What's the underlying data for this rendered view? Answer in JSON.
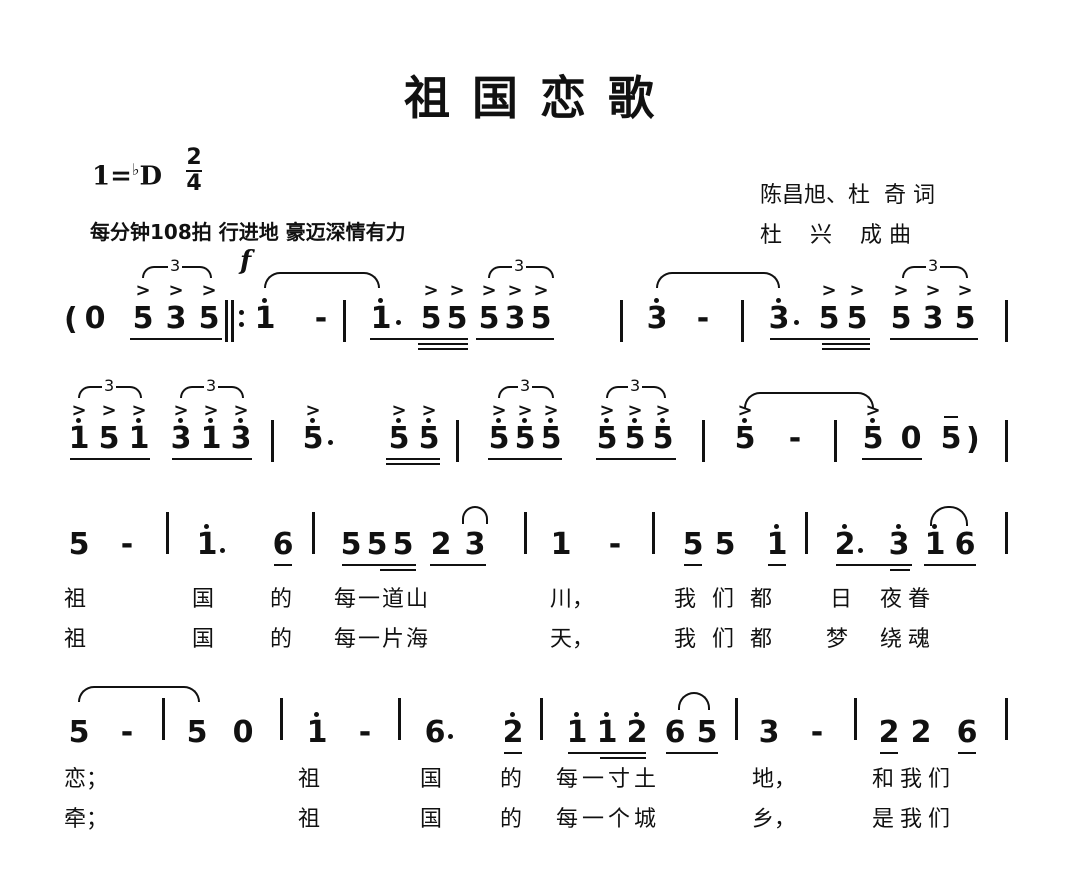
{
  "header": {
    "title": "祖国恋歌",
    "key_prefix": "1=",
    "key_flat": "♭",
    "key_note": "D",
    "meter_top": "2",
    "meter_bottom": "4",
    "tempo": "每分钟108拍  行进地  豪迈深情有力",
    "lyricist": "陈昌旭、杜  奇 词",
    "composer": "杜    兴    成 曲",
    "dynamic": "f"
  },
  "rows": {
    "row1": {
      "paren_open": "(",
      "notes": [
        "0",
        "5",
        "3",
        "5",
        "i",
        "-",
        "i",
        "5",
        "5",
        "5",
        "3",
        "5",
        "3",
        "-",
        "3",
        "5",
        "5",
        "5",
        "3",
        "5"
      ],
      "triplet": "3"
    },
    "row2": {
      "notes": [
        "i",
        "5",
        "i",
        "3",
        "i",
        "3",
        "5",
        "5",
        "5",
        "5",
        "5",
        "5",
        "5",
        "5",
        "5",
        "5",
        "-",
        "5",
        "0",
        "5"
      ],
      "paren_close": ")",
      "triplet": "3"
    },
    "row3": {
      "notes": [
        "5",
        "-",
        "i",
        "6",
        "5",
        "5",
        "5",
        "2",
        "3",
        "1",
        "-",
        "5",
        "5",
        "i",
        "2",
        "3",
        "i",
        "6"
      ],
      "lyrics_v1": [
        "祖",
        "国",
        "的",
        "每一道山",
        "川，",
        "我们都",
        "日",
        "夜眷"
      ],
      "lyrics_v2": [
        "祖",
        "国",
        "的",
        "每一片海",
        "天，",
        "我们都",
        "梦",
        "绕魂"
      ]
    },
    "row4": {
      "notes": [
        "5",
        "-",
        "5",
        "0",
        "i",
        "-",
        "6",
        "2",
        "i",
        "i",
        "2",
        "6",
        "5",
        "3",
        "-",
        "2",
        "2",
        "6"
      ],
      "lyrics_v1": [
        "恋；",
        "祖",
        "国",
        "的",
        "每一寸土",
        "地，",
        "和我们"
      ],
      "lyrics_v2": [
        "牵；",
        "祖",
        "国",
        "的",
        "每一个城",
        "乡，",
        "是我们"
      ]
    }
  }
}
